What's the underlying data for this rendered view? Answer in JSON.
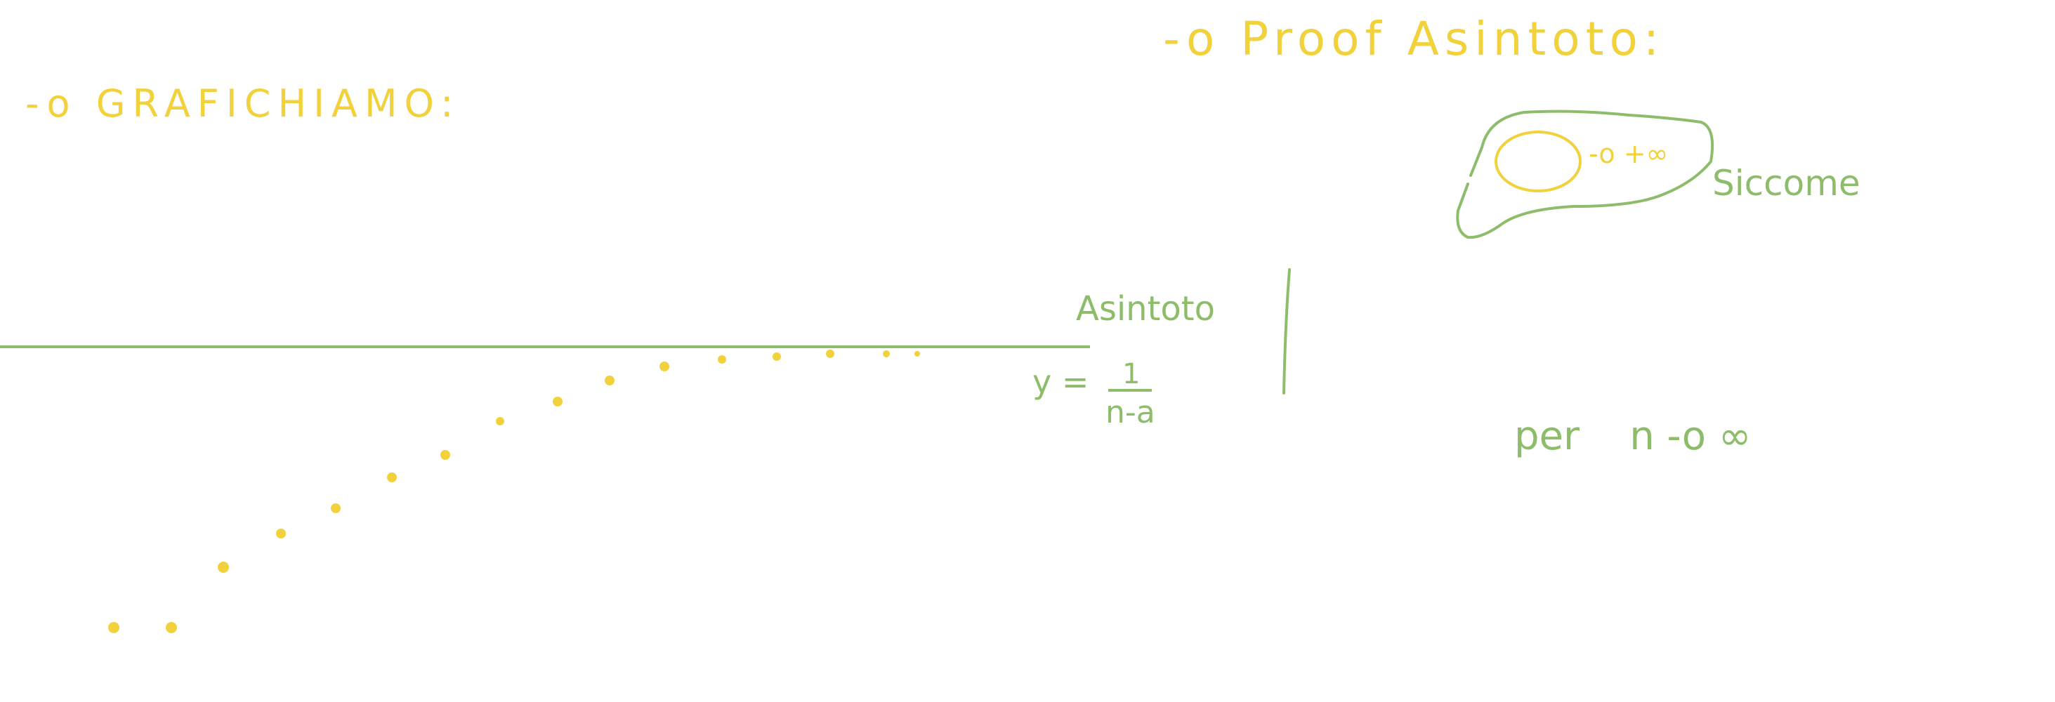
{
  "colors": {
    "yellow": "#f2d23c",
    "green": "#8dbd6a"
  },
  "notes": {
    "heading_left": "-o GRAFICHIAMO:",
    "heading_right": "-o Proof Asintoto:",
    "asintoto_label": "Asintoto",
    "y_equals": "y =",
    "fraction_numerator": "1",
    "fraction_denominator": "n-a",
    "arrow_plus_infinity": "-o +∞",
    "siccome": "Siccome",
    "per_limit": "per    n -o ∞"
  }
}
